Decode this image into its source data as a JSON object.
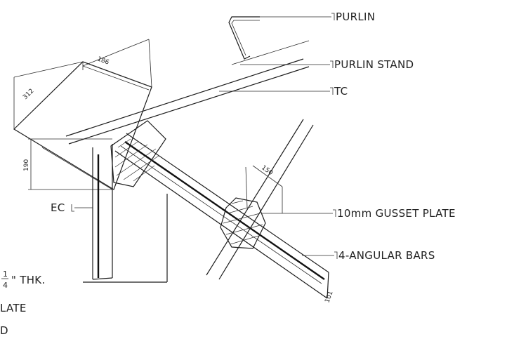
{
  "labels": {
    "purlin": "PURLIN",
    "purlin_stand": "PURLIN STAND",
    "tc": "TC",
    "gusset_plate": "10mm GUSSET PLATE",
    "angular_bars": "4-ANGULAR BARS",
    "ec": "EC",
    "plate_thk_num": "1",
    "plate_thk_den": "4",
    "plate_thk_unit": "\" THK.",
    "plate_line2": "LATE",
    "plate_line3": "D"
  },
  "dimensions": {
    "top_width": "186",
    "diagonal": "312",
    "left_height": "190",
    "small_top": "150",
    "bar_width": "101"
  }
}
